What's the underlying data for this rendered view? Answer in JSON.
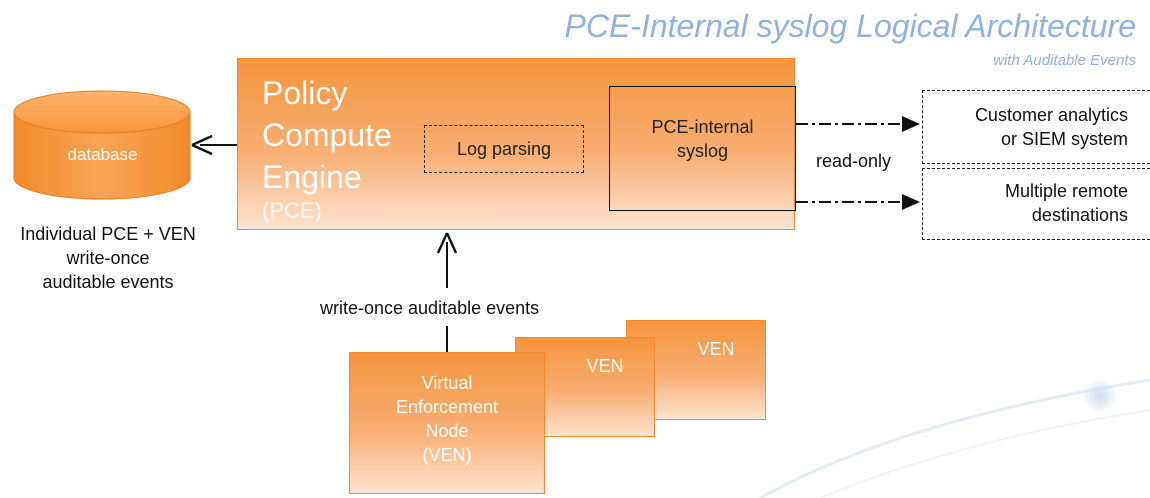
{
  "title": "PCE-Internal syslog Logical Architecture",
  "subtitle": "with Auditable Events",
  "pce": {
    "lines": [
      "Policy",
      "Compute",
      "Engine"
    ],
    "abbr": "(PCE)"
  },
  "log_parsing": "Log parsing",
  "syslog": {
    "line1": "PCE-internal",
    "line2": "syslog"
  },
  "database": {
    "label": "database",
    "caption": [
      "Individual PCE + VEN",
      "write-once",
      "auditable events"
    ]
  },
  "read_only_label": "read-only",
  "customer": {
    "line1": "Customer analytics",
    "line2": "or SIEM system"
  },
  "destinations": {
    "line1": "Multiple remote",
    "line2": "destinations"
  },
  "write_once_label": "write-once auditable events",
  "ven_boxes": {
    "back": "VEN",
    "middle": "VEN",
    "front": [
      "Virtual",
      "Enforcement",
      "Node",
      "(VEN)"
    ]
  },
  "colors": {
    "orange": "#f5953e",
    "title_blue": "#8fb3e0"
  }
}
